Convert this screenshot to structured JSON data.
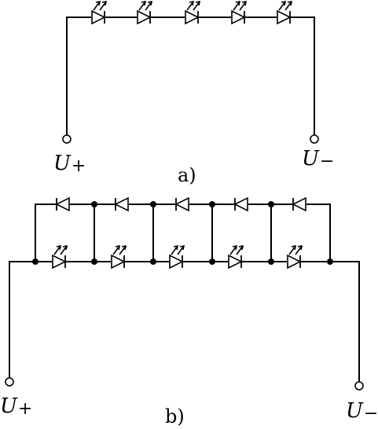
{
  "diagram_a": {
    "caption": "a)",
    "plus_label": {
      "base": "U",
      "sub": "+"
    },
    "minus_label": {
      "base": "U",
      "sub": "−"
    },
    "series_led_count": 5
  },
  "diagram_b": {
    "caption": "b)",
    "plus_label": {
      "base": "U",
      "sub": "+"
    },
    "minus_label": {
      "base": "U",
      "sub": "−"
    },
    "led_count": 5,
    "antiparallel_diode_count": 5
  },
  "colors": {
    "ink": "#000000",
    "paper": "#ffffff"
  }
}
